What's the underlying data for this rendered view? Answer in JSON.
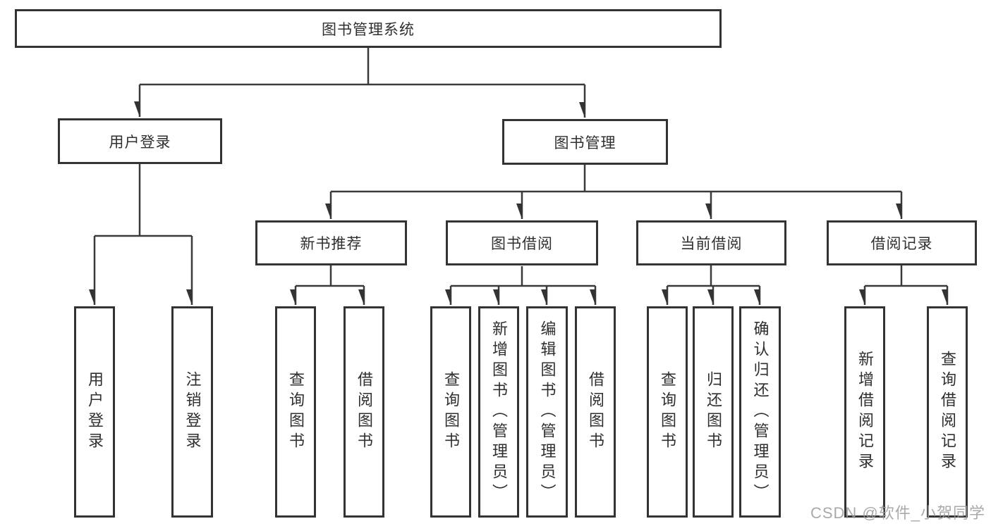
{
  "diagram": {
    "root": "图书管理系统",
    "level2": [
      {
        "label": "用户登录",
        "children": [
          "用户登录",
          "注销登录"
        ]
      },
      {
        "label": "图书管理"
      }
    ],
    "level3": [
      {
        "label": "新书推荐",
        "children": [
          "查询图书",
          "借阅图书"
        ]
      },
      {
        "label": "图书借阅",
        "children": [
          "查询图书",
          "新增图书（管理员）",
          "编辑图书（管理员）",
          "借阅图书"
        ]
      },
      {
        "label": "当前借阅",
        "children": [
          "查询图书",
          "归还图书",
          "确认归还（管理员）"
        ]
      },
      {
        "label": "借阅记录",
        "children": [
          "新增借阅记录",
          "查询借阅记录"
        ]
      }
    ]
  },
  "watermark": "CSDN @软件_小贺同学",
  "colors": {
    "line": "#3a3a3a",
    "border": "#333333",
    "text": "#2f2f2f",
    "watermark": "#9b9b9b",
    "background": "#ffffff"
  }
}
